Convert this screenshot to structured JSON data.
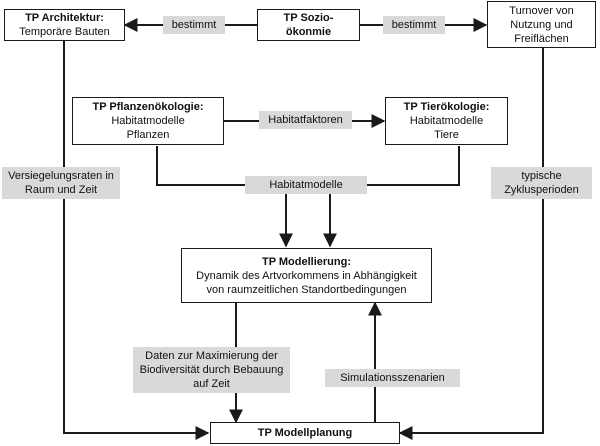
{
  "boxes": {
    "architektur": {
      "title": "TP Architektur:",
      "line1": "Temporäre Bauten"
    },
    "soziooekonomie": {
      "title_line1": "TP Sozio-",
      "title_line2": "ökonmie"
    },
    "turnover": {
      "line1": "Turnover von",
      "line2": "Nutzung und",
      "line3": "Freiflächen"
    },
    "pflanzen": {
      "title": "TP Pflanzenökologie:",
      "line1": "Habitatmodelle",
      "line2": "Pflanzen"
    },
    "tiere": {
      "title": "TP Tierökologie:",
      "line1": "Habitatmodelle",
      "line2": "Tiere"
    },
    "modellierung": {
      "title": "TP Modellierung:",
      "line1": "Dynamik des Artvorkommens in Abhängigkeit",
      "line2": "von raumzeitlichen Standortbedingungen"
    },
    "modellplanung": {
      "title": "TP Modellplanung"
    }
  },
  "labels": {
    "bestimmt_left": "bestimmt",
    "bestimmt_right": "bestimmt",
    "habitatfaktoren": "Habitatfaktoren",
    "habitatmodelle": "Habitatmodelle",
    "versiegelung_line1": "Versiegelungsraten in",
    "versiegelung_line2": "Raum und Zeit",
    "zyklus_line1": "typische",
    "zyklus_line2": "Zyklusperioden",
    "daten_line1": "Daten zur Maximierung der",
    "daten_line2": "Biodiversität durch Bebauung",
    "daten_line3": "auf Zeit",
    "simulation": "Simulationsszenarien"
  },
  "colors": {
    "line": "#1a1a1a",
    "label_bg": "#d9d9d9"
  }
}
